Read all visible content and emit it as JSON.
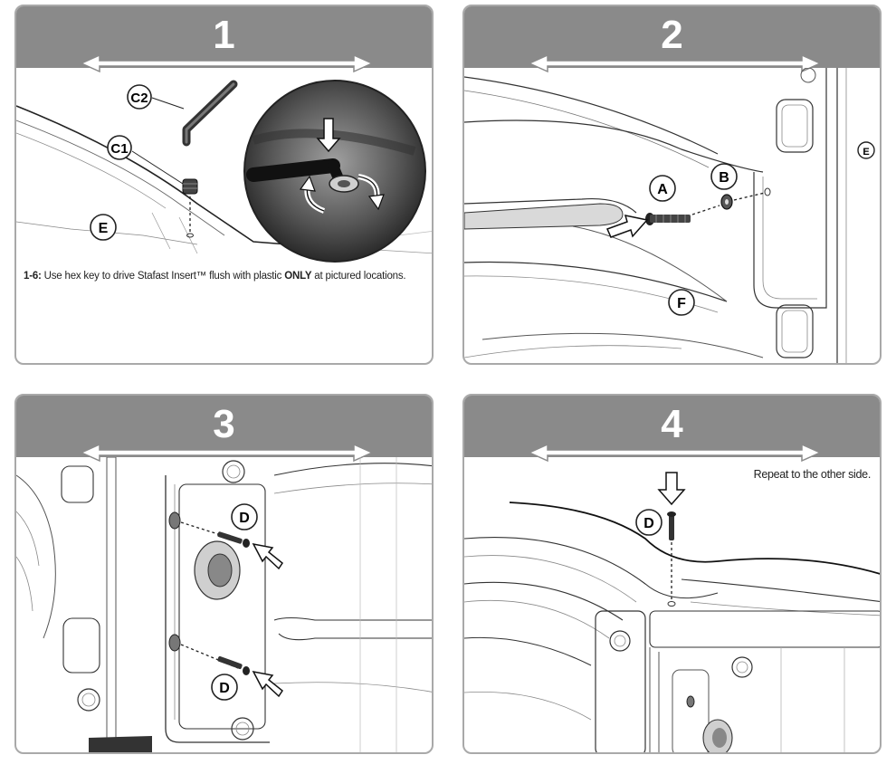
{
  "steps": [
    {
      "number": "1",
      "callouts": {
        "c2": "C2",
        "c1": "C1",
        "e": "E"
      },
      "instruction": {
        "prefix": "1-6:",
        "text_a": " Use hex key to drive Stafast Insert™ flush with plastic ",
        "emphasis": "ONLY",
        "text_b": " at pictured locations."
      }
    },
    {
      "number": "2",
      "callouts": {
        "a": "A",
        "b": "B",
        "e": "E",
        "f": "F"
      }
    },
    {
      "number": "3",
      "callouts": {
        "d1": "D",
        "d2": "D"
      }
    },
    {
      "number": "4",
      "callouts": {
        "d": "D"
      },
      "note": "Repeat to the other side."
    }
  ],
  "colors": {
    "header": "#8a8a8a",
    "border": "#a9a9a9",
    "line": "#222222"
  },
  "icons": [
    "double-arrow-icon",
    "hex-key-icon",
    "insert-icon",
    "screw-icon",
    "washer-icon",
    "push-arrow-icon",
    "rotate-arrow-icon"
  ]
}
